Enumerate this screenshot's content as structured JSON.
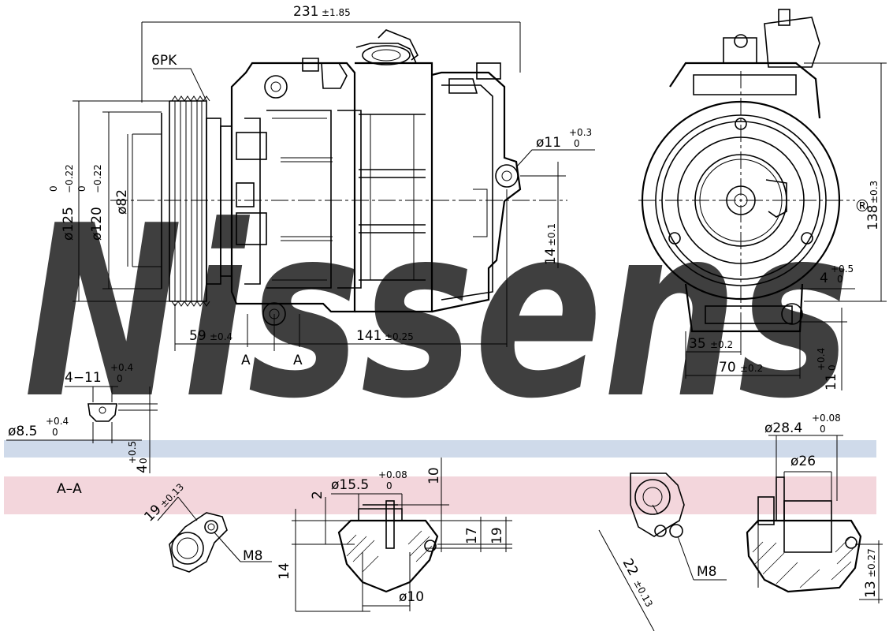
{
  "brand": {
    "watermark_text": "Nissens",
    "registered_mark": "®",
    "watermark_color": "#c5d3e4"
  },
  "band_colors": {
    "blue": "#cfdaea",
    "pink": "#f3d6dc"
  },
  "section_label": "A–A",
  "dims": {
    "overall_length": {
      "main": "231",
      "tol": "±1.85"
    },
    "belt": "6PK",
    "pulley_outer": {
      "main": "ø125",
      "upper": "0",
      "lower": "−0.22"
    },
    "pulley_groove": {
      "main": "ø120",
      "upper": "0",
      "lower": "−0.22"
    },
    "pulley_inner": "ø82",
    "mount_hole": {
      "main": "ø11",
      "upper": "+0.3",
      "lower": "0"
    },
    "hole_offset": {
      "main": "14",
      "tol": "±0.1"
    },
    "pulley_to_mount": {
      "main": "59",
      "tol": "±0.4"
    },
    "mount_spacing": {
      "main": "141",
      "tol": "±0.25"
    },
    "section_mark_left": "A",
    "section_mark_right": "A",
    "height": {
      "main": "138",
      "tol": "±0.3"
    },
    "lug_width": {
      "main": "4",
      "upper": "+0.5",
      "lower": "0"
    },
    "lug_offset_35": {
      "main": "35",
      "tol": "±0.2"
    },
    "lug_offset_70": {
      "main": "70",
      "tol": "±0.2"
    },
    "lug_height": {
      "main": "11",
      "upper": "+0.4",
      "lower": "0"
    },
    "slot_width": {
      "main": "4−11",
      "upper": "+0.4",
      "lower": "0"
    },
    "slot_dia": {
      "main": "ø8.5",
      "upper": "+0.4",
      "lower": "0"
    },
    "slot_depth": {
      "main": "4",
      "upper": "+0.5",
      "lower": "0"
    },
    "port1_pitch": {
      "main": "19",
      "tol": "±0.13"
    },
    "port1_thread": "M8",
    "port_bore": {
      "main": "ø15.5",
      "upper": "+0.08",
      "lower": "0"
    },
    "port_step": "2",
    "port_top": "10",
    "port_depth17": "17",
    "port_depth19": "19",
    "port_depth14": "14",
    "port_inner": "ø10",
    "port2_pitch": {
      "main": "22",
      "tol": "±0.13"
    },
    "port2_thread": "M8",
    "port2_bore": {
      "main": "ø28.4",
      "upper": "+0.08",
      "lower": "0"
    },
    "port2_inner": "ø26",
    "port2_depth": {
      "main": "13",
      "tol": "±0.27"
    }
  }
}
